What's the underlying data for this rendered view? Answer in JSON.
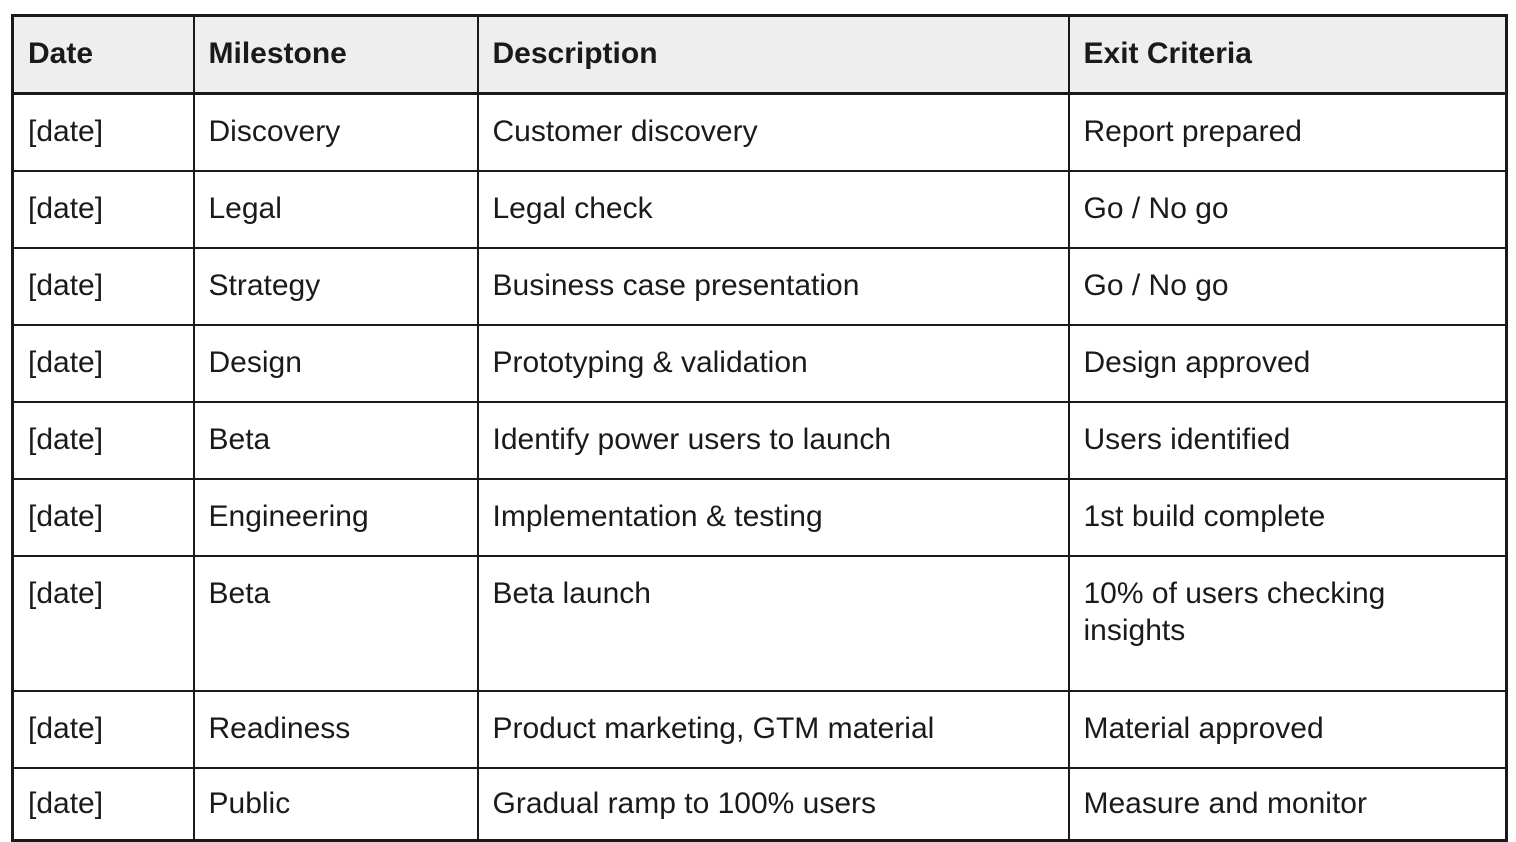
{
  "table": {
    "name": "product-launch-milestones",
    "columns": [
      {
        "key": "date",
        "label": "Date"
      },
      {
        "key": "milestone",
        "label": "Milestone"
      },
      {
        "key": "description",
        "label": "Description"
      },
      {
        "key": "exit",
        "label": "Exit Criteria"
      }
    ],
    "header_background": "#efeeee",
    "border_color": "#1a1a1a",
    "text_color": "#1a1a1a",
    "rows": [
      {
        "date": "[date]",
        "milestone": "Discovery",
        "description": "Customer discovery",
        "exit": "Report prepared"
      },
      {
        "date": "[date]",
        "milestone": "Legal",
        "description": "Legal check",
        "exit": "Go / No go"
      },
      {
        "date": "[date]",
        "milestone": "Strategy",
        "description": "Business case presentation",
        "exit": "Go / No go"
      },
      {
        "date": "[date]",
        "milestone": "Design",
        "description": "Prototyping & validation",
        "exit": "Design approved"
      },
      {
        "date": "[date]",
        "milestone": "Beta",
        "description": "Identify power users to launch",
        "exit": "Users identified"
      },
      {
        "date": "[date]",
        "milestone": "Engineering",
        "description": "Implementation & testing",
        "exit": "1st build complete"
      },
      {
        "date": "[date]",
        "milestone": "Beta",
        "description": "Beta launch",
        "exit": "10% of users checking insights"
      },
      {
        "date": "[date]",
        "milestone": "Readiness",
        "description": "Product marketing, GTM material",
        "exit": "Material approved"
      },
      {
        "date": "[date]",
        "milestone": "Public",
        "description": "Gradual ramp to 100% users",
        "exit": "Measure and monitor"
      }
    ]
  }
}
